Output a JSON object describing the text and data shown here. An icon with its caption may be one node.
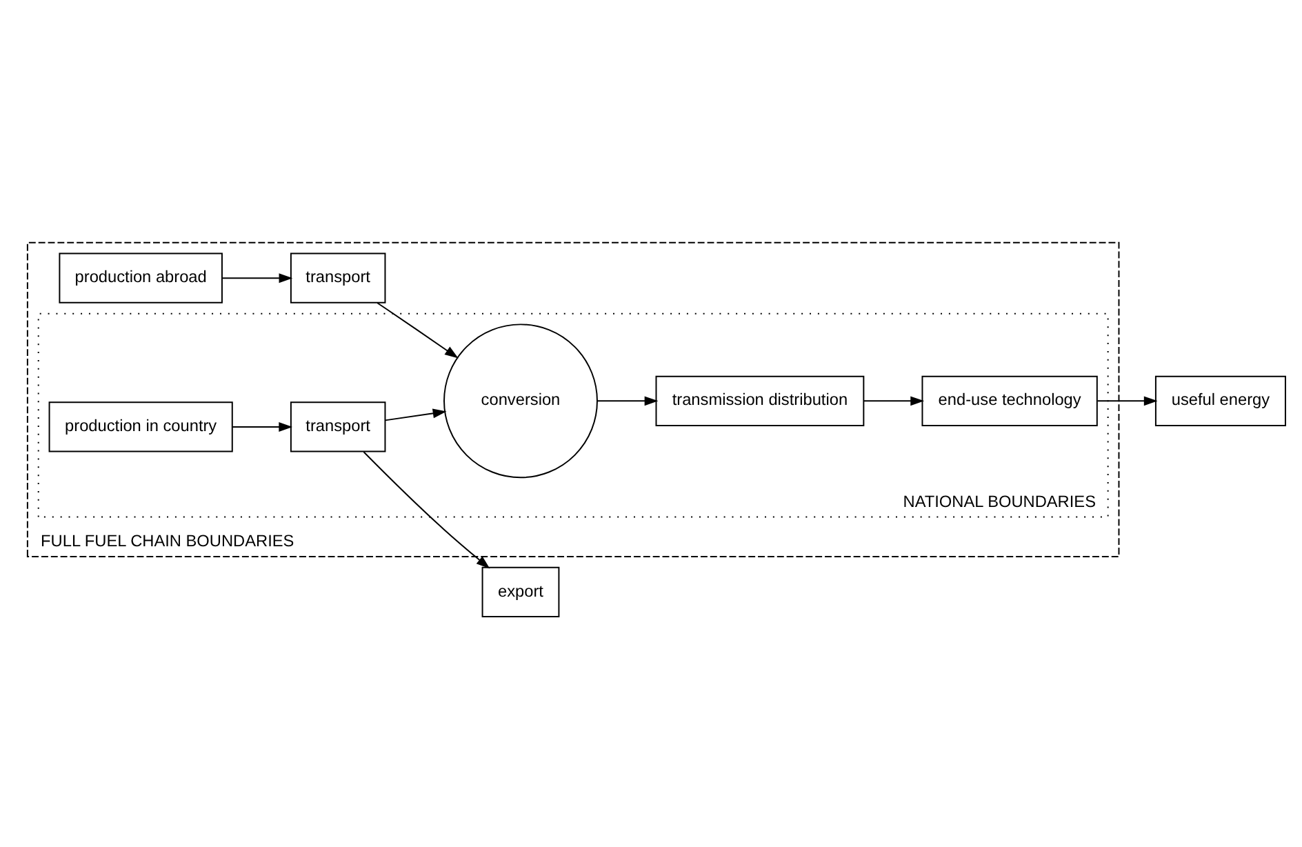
{
  "diagram": {
    "nodes": [
      {
        "text": [
          "FULL FUEL CHAIN BOUNDARIES"
        ]
      },
      {
        "text": [
          "NATIONAL BOUNDARIES"
        ],
        "in": 0
      },
      {
        "text": [
          "export"
        ]
      },
      {
        "text": [
          "production in country"
        ],
        "in": 1
      },
      {
        "text": [
          "transport"
        ],
        "in": 1
      },
      {
        "text": [
          "conversion"
        ],
        "in": 1
      },
      {
        "text": [
          "transmission distribution"
        ],
        "in": 1
      },
      {
        "text": [
          "end-use technology"
        ],
        "in": 1
      },
      {
        "text": [
          "useful energy"
        ]
      },
      {
        "text": [
          "production abroad"
        ],
        "in": 0
      },
      {
        "text": [
          "transport"
        ],
        "in": 0
      }
    ],
    "edges": [
      {
        "from": 3,
        "to": 4,
        "arrow": "to"
      },
      {
        "from": 4,
        "to": 2,
        "arrow": "to"
      },
      {
        "from": 4,
        "to": 5,
        "arrow": "to"
      },
      {
        "from": 9,
        "to": 10,
        "arrow": "to"
      },
      {
        "from": 10,
        "to": 5,
        "arrow": "to"
      },
      {
        "from": 5,
        "to": 6,
        "arrow": "to"
      },
      {
        "from": 6,
        "to": 7,
        "arrow": "to"
      },
      {
        "from": 7,
        "to": 8,
        "arrow": "to"
      }
    ]
  }
}
